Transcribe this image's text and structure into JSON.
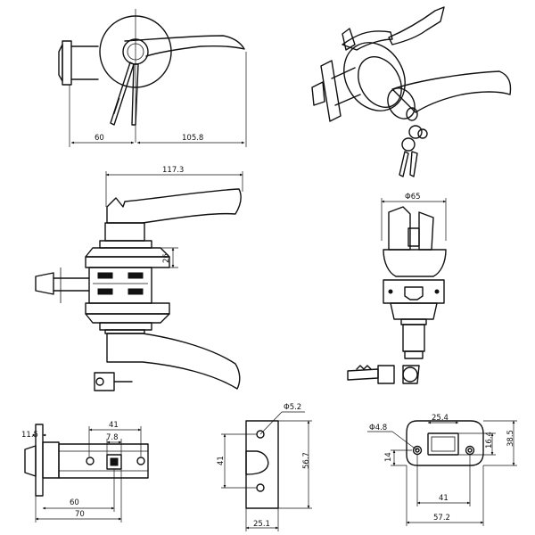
{
  "views": {
    "top_left": {
      "dims": {
        "left": "60",
        "right": "105.8"
      }
    },
    "elevation": {
      "dims": {
        "width": "117.3",
        "spindle": "26"
      }
    },
    "rose": {
      "dims": {
        "diameter": "Φ65"
      }
    },
    "latch": {
      "dims": {
        "faceplate": "11.5",
        "backset_small": "60",
        "backset_large": "70",
        "span": "41",
        "slot": "7.8"
      }
    },
    "strike": {
      "dims": {
        "hole": "Φ5.2",
        "hole_spacing": "41",
        "height": "56.7",
        "width": "25.1"
      }
    },
    "box_strike": {
      "dims": {
        "hole": "Φ4.8",
        "opening": "25.4",
        "outer_height": "38.5",
        "inner_height": "16.4",
        "lip": "14",
        "hole_spacing": "41",
        "width": "57.2"
      }
    }
  }
}
